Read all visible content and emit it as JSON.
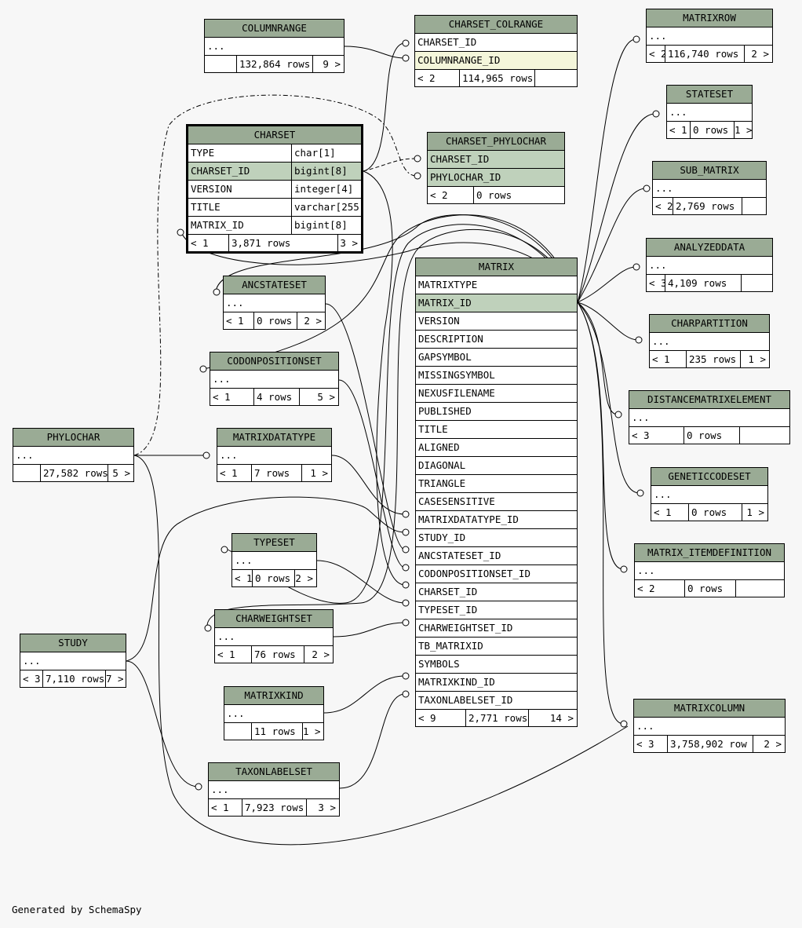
{
  "tables": {
    "columnrange": {
      "name": "COLUMNRANGE",
      "rows": [
        "..."
      ],
      "footer": [
        "",
        "132,864 rows",
        "9 >"
      ]
    },
    "charset_colrange": {
      "name": "CHARSET_COLRANGE",
      "rows": [
        "CHARSET_ID",
        "COLUMNRANGE_ID"
      ],
      "footer": [
        "< 2",
        "114,965 rows",
        ""
      ]
    },
    "matrixrow": {
      "name": "MATRIXROW",
      "rows": [
        "..."
      ],
      "footer": [
        "< 2",
        "116,740 rows",
        "2 >"
      ]
    },
    "stateset": {
      "name": "STATESET",
      "rows": [
        "..."
      ],
      "footer": [
        "< 1",
        "0 rows",
        "1 >"
      ]
    },
    "charset": {
      "name": "CHARSET",
      "rows": [
        "TYPE",
        "CHARSET_ID",
        "VERSION",
        "TITLE",
        "MATRIX_ID"
      ],
      "types": [
        "char[1]",
        "bigint[8]",
        "integer[4]",
        "varchar[255",
        "bigint[8]"
      ],
      "footer": [
        "< 1",
        "3,871 rows",
        "3 >"
      ]
    },
    "charset_phylochar": {
      "name": "CHARSET_PHYLOCHAR",
      "rows": [
        "CHARSET_ID",
        "PHYLOCHAR_ID"
      ],
      "footer": [
        "< 2",
        "0 rows",
        ""
      ]
    },
    "sub_matrix": {
      "name": "SUB_MATRIX",
      "rows": [
        "..."
      ],
      "footer": [
        "< 2",
        "2,769 rows",
        ""
      ]
    },
    "analyzeddata": {
      "name": "ANALYZEDDATA",
      "rows": [
        "..."
      ],
      "footer": [
        "< 3",
        "4,109 rows",
        ""
      ]
    },
    "ancstateset": {
      "name": "ANCSTATESET",
      "rows": [
        "..."
      ],
      "footer": [
        "< 1",
        "0 rows",
        "2 >"
      ]
    },
    "matrix": {
      "name": "MATRIX",
      "rows": [
        "MATRIXTYPE",
        "MATRIX_ID",
        "VERSION",
        "DESCRIPTION",
        "GAPSYMBOL",
        "MISSINGSYMBOL",
        "NEXUSFILENAME",
        "PUBLISHED",
        "TITLE",
        "ALIGNED",
        "DIAGONAL",
        "TRIANGLE",
        "CASESENSITIVE",
        "MATRIXDATATYPE_ID",
        "STUDY_ID",
        "ANCSTATESET_ID",
        "CODONPOSITIONSET_ID",
        "CHARSET_ID",
        "TYPESET_ID",
        "CHARWEIGHTSET_ID",
        "TB_MATRIXID",
        "SYMBOLS",
        "MATRIXKIND_ID",
        "TAXONLABELSET_ID"
      ],
      "footer": [
        "< 9",
        "2,771 rows",
        "14 >"
      ]
    },
    "charpartition": {
      "name": "CHARPARTITION",
      "rows": [
        "..."
      ],
      "footer": [
        "< 1",
        "235 rows",
        "1 >"
      ]
    },
    "codonpositionset": {
      "name": "CODONPOSITIONSET",
      "rows": [
        "..."
      ],
      "footer": [
        "< 1",
        "4 rows",
        "5 >"
      ]
    },
    "distancematrixelement": {
      "name": "DISTANCEMATRIXELEMENT",
      "rows": [
        "..."
      ],
      "footer": [
        "< 3",
        "0 rows",
        ""
      ]
    },
    "phylochar": {
      "name": "PHYLOCHAR",
      "rows": [
        "..."
      ],
      "footer": [
        "",
        "27,582 rows",
        "5 >"
      ]
    },
    "matrixdatatype": {
      "name": "MATRIXDATATYPE",
      "rows": [
        "..."
      ],
      "footer": [
        "< 1",
        "7 rows",
        "1 >"
      ]
    },
    "geneticcodeset": {
      "name": "GENETICCODESET",
      "rows": [
        "..."
      ],
      "footer": [
        "< 1",
        "0 rows",
        "1 >"
      ]
    },
    "typeset": {
      "name": "TYPESET",
      "rows": [
        "..."
      ],
      "footer": [
        "< 1",
        "0 rows",
        "2 >"
      ]
    },
    "matrix_itemdefinition": {
      "name": "MATRIX_ITEMDEFINITION",
      "rows": [
        "..."
      ],
      "footer": [
        "< 2",
        "0 rows",
        ""
      ]
    },
    "charweightset": {
      "name": "CHARWEIGHTSET",
      "rows": [
        "..."
      ],
      "footer": [
        "< 1",
        "76 rows",
        "2 >"
      ]
    },
    "study": {
      "name": "STUDY",
      "rows": [
        "..."
      ],
      "footer": [
        "< 3",
        "7,110 rows",
        "7 >"
      ]
    },
    "matrixkind": {
      "name": "MATRIXKIND",
      "rows": [
        "..."
      ],
      "footer": [
        "",
        "11 rows",
        "1 >"
      ]
    },
    "matrixcolumn": {
      "name": "MATRIXCOLUMN",
      "rows": [
        "..."
      ],
      "footer": [
        "< 3",
        "3,758,902 row",
        "2 >"
      ]
    },
    "taxonlabelset": {
      "name": "TAXONLABELSET",
      "rows": [
        "..."
      ],
      "footer": [
        "< 1",
        "7,923 rows",
        "3 >"
      ]
    }
  },
  "footer_note": "Generated by SchemaSpy"
}
